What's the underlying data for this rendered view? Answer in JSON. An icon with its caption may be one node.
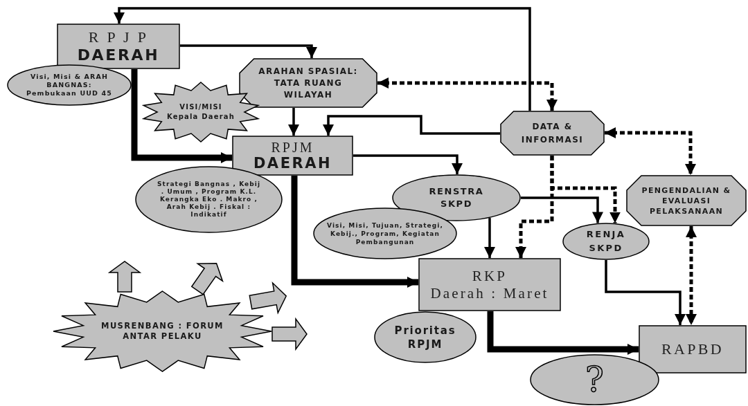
{
  "diagram": {
    "nodes": [
      {
        "text": [
          "R P J P",
          "DAERAH"
        ]
      },
      {
        "text": [
          "Visi, Misi & ARAH BANGNAS: Pembukaan UUD 45"
        ]
      },
      {
        "text": [
          "ARAHAN SPASIAL: TATA RUANG WILAYAH"
        ]
      },
      {
        "text": [
          "VISI/MISI Kepala Daerah"
        ]
      },
      {
        "text": [
          "RPJM",
          "DAERAH"
        ]
      },
      {
        "text": [
          "Strategi Bangnas , Kebij . Umum , Program K.L. Kerangka Eko . Makro , Arah Kebij . Fiskal : Indikatif"
        ]
      },
      {
        "text": [
          "DATA & INFORMASI"
        ]
      },
      {
        "text": [
          "RENSTRA SKPD"
        ]
      },
      {
        "text": [
          "Visi, Misi, Tujuan, Strategi, Kebij., Program, Kegiatan Pembangunan"
        ]
      },
      {
        "text": [
          "PENGENDALIAN & EVALUASI PELAKSANAAN"
        ]
      },
      {
        "text": [
          "RENJA SKPD"
        ]
      },
      {
        "text": [
          "RKP",
          "Daerah : Maret"
        ]
      },
      {
        "text": [
          "MUSRENBANG : FORUM ANTAR PELAKU"
        ]
      },
      {
        "text": [
          "Prioritas RPJM"
        ]
      },
      {
        "text": [
          "RAPBD"
        ]
      },
      {
        "text": [
          "?"
        ]
      }
    ],
    "edges": [
      {
        "from": 6,
        "to": 0,
        "arrow": "to"
      },
      {
        "from": 0,
        "to": 2,
        "arrow": "to"
      },
      {
        "from": 0,
        "to": 4,
        "arrow": "to",
        "style": "thick"
      },
      {
        "from": 2,
        "to": 4,
        "arrow": "to"
      },
      {
        "from": 6,
        "to": 4,
        "arrow": "to"
      },
      {
        "from": 6,
        "to": 2,
        "arrow": "both",
        "style": "dashed"
      },
      {
        "from": 4,
        "to": 7,
        "arrow": "to"
      },
      {
        "from": 4,
        "to": 11,
        "arrow": "to",
        "style": "thick"
      },
      {
        "from": 7,
        "to": 11,
        "arrow": "to"
      },
      {
        "from": 7,
        "to": 10,
        "arrow": "to"
      },
      {
        "from": 6,
        "to": 11,
        "arrow": "to",
        "style": "dashed"
      },
      {
        "from": 6,
        "to": 10,
        "arrow": "to",
        "style": "dashed"
      },
      {
        "from": 6,
        "to": 9,
        "arrow": "both",
        "style": "dashed"
      },
      {
        "from": 10,
        "to": 14,
        "arrow": "to"
      },
      {
        "from": 9,
        "to": 14,
        "arrow": "both",
        "style": "dashed"
      },
      {
        "from": 11,
        "to": 14,
        "arrow": "to",
        "style": "thick"
      },
      {
        "from": 12,
        "to": null,
        "arrow": "to"
      },
      {
        "from": 12,
        "to": null,
        "arrow": "to"
      },
      {
        "from": 12,
        "to": null,
        "arrow": "to"
      },
      {
        "from": 12,
        "to": null,
        "arrow": "to"
      }
    ]
  }
}
